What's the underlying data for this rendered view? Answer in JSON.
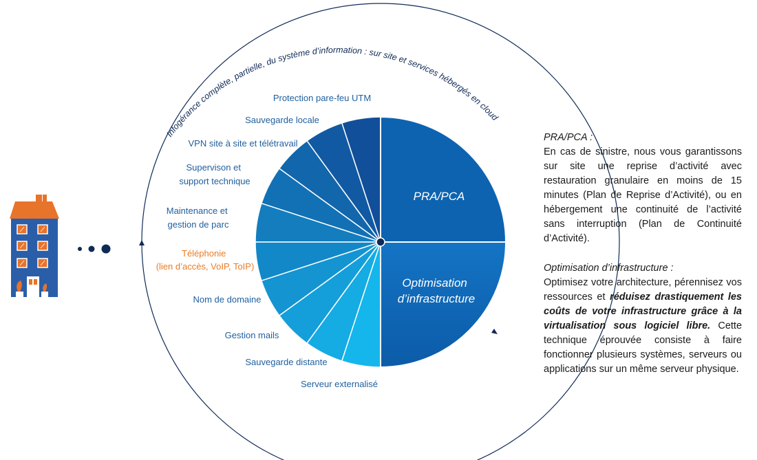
{
  "arc_title": "Infogérance complète, partielle, du système d’information : sur site et services hébergés en cloud privé",
  "segments": [
    {
      "label": "Protection pare-feu UTM"
    },
    {
      "label": "Sauvegarde locale"
    },
    {
      "label": "VPN site à site et télétravail"
    },
    {
      "label": [
        "Supervison et",
        "support technique"
      ]
    },
    {
      "label": [
        "Maintenance et",
        "gestion de parc"
      ]
    },
    {
      "label": [
        "Téléphonie",
        "(lien d’accès, VoIP, ToIP)"
      ],
      "highlight": true
    },
    {
      "label": "Nom de domaine"
    },
    {
      "label": "Gestion mails"
    },
    {
      "label": "Sauvegarde distante"
    },
    {
      "label": "Serveur externalisé"
    }
  ],
  "quadrants": {
    "top": "PRA/PCA",
    "bottom": [
      "Optimisation",
      "d’infrastructure"
    ]
  },
  "side": {
    "pra": {
      "title": "PRA/PCA :",
      "text": "En cas de sinistre, nous vous garantissons sur site une reprise d’activité avec restauration granulaire en moins de 15 minutes (Plan de Reprise d’Activité), ou en hébergement une continuité de l’activité sans interruption (Plan de Continuité d’Activité)."
    },
    "opt": {
      "title": "Optimisation d’infrastructure :",
      "text_before": "Optimisez votre architecture, pérennisez vos ressources et ",
      "text_bold": "réduisez drastiquement les coûts de votre infrastructure grâce à la virtualisation sous logiciel libre.",
      "text_after": " Cette technique éprouvée consiste à faire fonctionner plusieurs systèmes, serveurs ou applications sur un même serveur physique."
    }
  },
  "colors": {
    "quad_top": "#0d63b0",
    "quad_bottom_start": "#1474c4",
    "quad_bottom_end": "#0c5ba8",
    "segment_light": "#15b6ec",
    "segment_dark": "#114f9a",
    "ring": "#0f2a55",
    "label": "#1f5f9e",
    "highlight": "#ea7b23",
    "roof": "#e8732a",
    "building": "#2a5ea8"
  },
  "icons": [
    "building-icon",
    "ellipsis-dots-icon",
    "flow-arrow-icon"
  ]
}
